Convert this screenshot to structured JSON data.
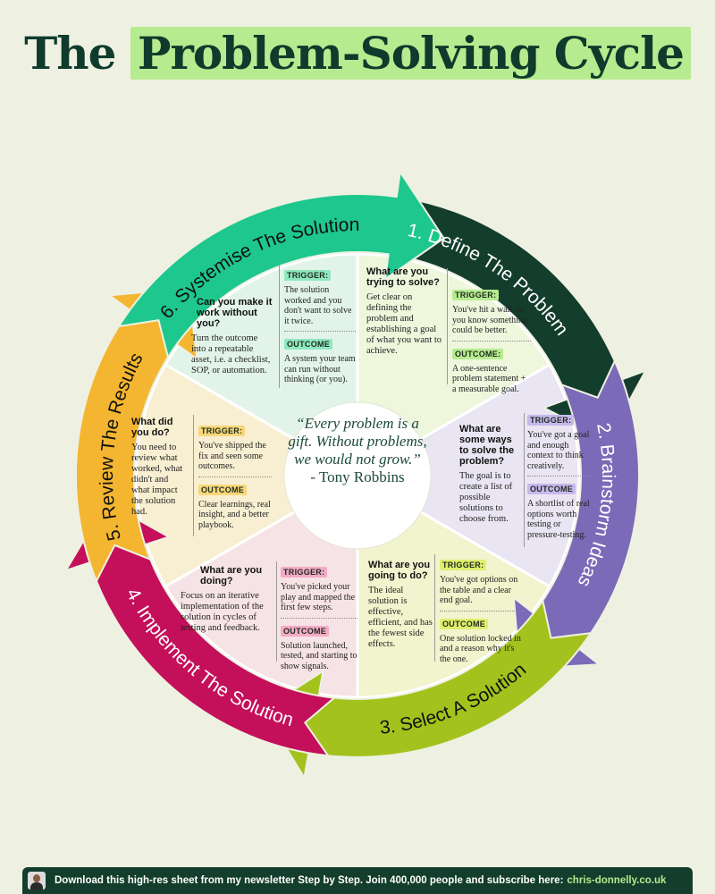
{
  "title": {
    "plain": "The",
    "highlight": "Problem-Solving Cycle"
  },
  "stages": [
    {
      "label": "1. Define The Problem",
      "color": "#133d2c",
      "text_color": "#ffffff",
      "panel_color": "#eef6dc",
      "question": "What are you trying to solve?",
      "description": "Get clear on defining the problem and establishing a goal of what you want to achieve.",
      "trigger_label": "TRIGGER:",
      "trigger_text": "You've hit a wall, or you know something could be better.",
      "outcome_label": "OUTCOME:",
      "outcome_text": "A one-sentence problem statement + a measurable goal.",
      "tag_color": "#b7eb8f"
    },
    {
      "label": "2. Brainstorm Ideas",
      "color": "#7a6ab8",
      "text_color": "#ffffff",
      "panel_color": "#e9e5f2",
      "question": "What are some ways to solve the problem?",
      "description": "The goal is to create a list of possible solutions to choose from.",
      "trigger_label": "TRIGGER:",
      "trigger_text": "You've got a goal and enough context to think creatively.",
      "outcome_label": "OUTCOME",
      "outcome_text": "A shortlist of real options worth testing or pressure-testing.",
      "tag_color": "#c7b8ec"
    },
    {
      "label": "3. Select A Solution",
      "color": "#a4c21d",
      "text_color": "#111111",
      "panel_color": "#f1f4cc",
      "question": "What are you going to do?",
      "description": "The ideal solution is effective, efficient, and has the fewest side effects.",
      "trigger_label": "TRIGGER:",
      "trigger_text": "You've got options on the table and a clear end goal.",
      "outcome_label": "OUTCOME",
      "outcome_text": "One solution locked in and a reason why it's the one.",
      "tag_color": "#dfee6e"
    },
    {
      "label": "4. Implement The Solution",
      "color": "#c40f5a",
      "text_color": "#ffffff",
      "panel_color": "#f6e3e6",
      "question": "What are you doing?",
      "description": "Focus on an iterative implementation of the solution in cycles of testing and feedback.",
      "trigger_label": "TRIGGER:",
      "trigger_text": "You've picked your play and mapped the first few steps.",
      "outcome_label": "OUTCOME",
      "outcome_text": "Solution launched, tested, and starting to show signals.",
      "tag_color": "#f4aac6"
    },
    {
      "label": "5. Review The Results",
      "color": "#f4b630",
      "text_color": "#111111",
      "panel_color": "#f8efd2",
      "question": "What did you do?",
      "description": "You need to review what worked, what didn't and what impact the solution had.",
      "trigger_label": "TRIGGER:",
      "trigger_text": "You've shipped the fix and seen some outcomes.",
      "outcome_label": "OUTCOME",
      "outcome_text": "Clear learnings, real insight, and a better playbook.",
      "tag_color": "#f7d779"
    },
    {
      "label": "6. Systemise The Solution",
      "color": "#1dc78d",
      "text_color": "#111111",
      "panel_color": "#e2f4e9",
      "question": "Can you make it work without you?",
      "description": "Turn the outcome into a repeatable asset, i.e. a checklist, SOP, or automation.",
      "trigger_label": "TRIGGER:",
      "trigger_text": "The solution worked and you don't want to solve it twice.",
      "outcome_label": "OUTCOME",
      "outcome_text": "A system your team can run without thinking (or you).",
      "tag_color": "#8fe8bf"
    }
  ],
  "quote": {
    "text": "“Every problem is a gift. Without problems, we would not grow.”",
    "author": "- Tony Robbins"
  },
  "footer": {
    "text": "Download this high-res sheet from my newsletter Step by Step. Join 400,000 people and subscribe here:",
    "link": "chris-donnelly.co.uk"
  }
}
